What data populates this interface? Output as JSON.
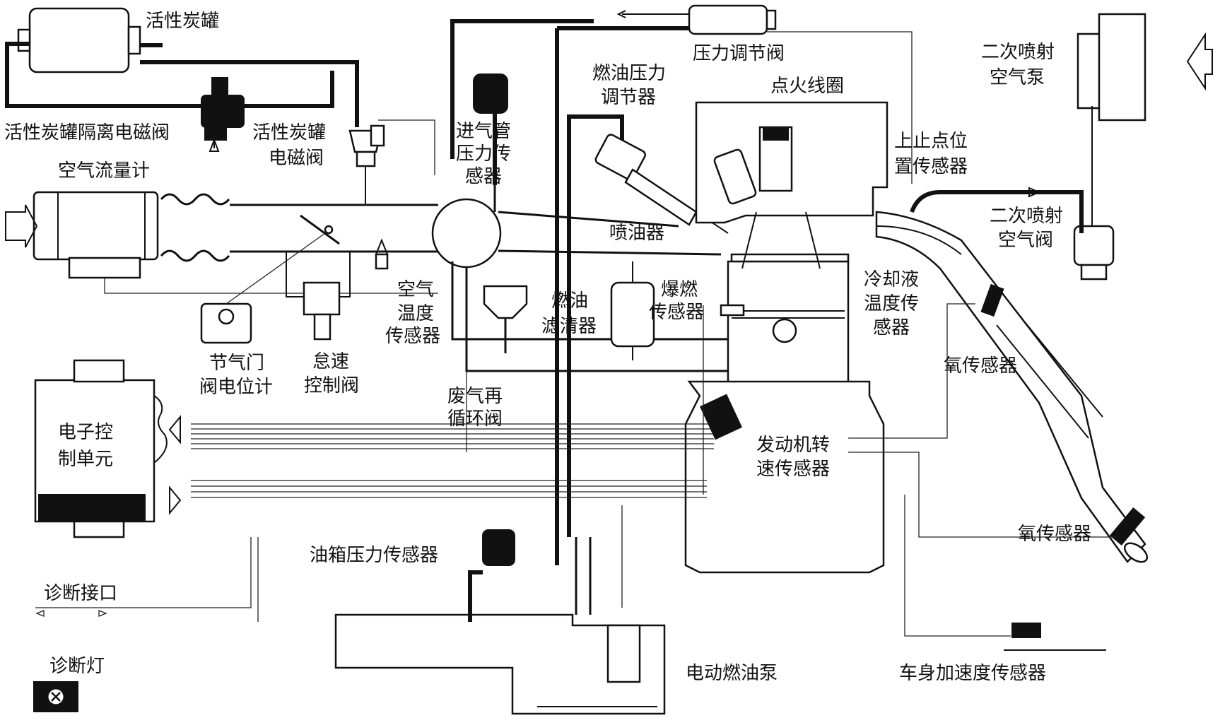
{
  "labels": {
    "canister": "活性炭罐",
    "canister_isolation_valve": "活性炭罐隔离电磁阀",
    "canister_solenoid_l1": "活性炭罐",
    "canister_solenoid_l2": "电磁阀",
    "mass_air_flow": "空气流量计",
    "map_sensor_l1": "进气管",
    "map_sensor_l2": "压力传",
    "map_sensor_l3": "感器",
    "fuel_pressure_reg_l1": "燃油压力",
    "fuel_pressure_reg_l2": "调节器",
    "pressure_reg_valve": "压力调节阀",
    "ignition_coil": "点火线圈",
    "secondary_air_pump_l1": "二次喷射",
    "secondary_air_pump_l2": "空气泵",
    "tdc_sensor_l1": "上止点位",
    "tdc_sensor_l2": "置传感器",
    "injector": "喷油器",
    "secondary_air_valve_l1": "二次喷射",
    "secondary_air_valve_l2": "空气阀",
    "air_temp_l1": "空气",
    "air_temp_l2": "温度",
    "air_temp_l3": "传感器",
    "fuel_filter_l1": "燃油",
    "fuel_filter_l2": "滤清器",
    "knock_l1": "爆燃",
    "knock_l2": "传感器",
    "coolant_l1": "冷却液",
    "coolant_l2": "温度传",
    "coolant_l3": "感器",
    "throttle_pot_l1": "节气门",
    "throttle_pot_l2": "阀电位计",
    "idle_valve_l1": "怠速",
    "idle_valve_l2": "控制阀",
    "o2_upper": "氧传感器",
    "egr_l1": "废气再",
    "egr_l2": "循环阀",
    "ecu_l1": "电子控",
    "ecu_l2": "制单元",
    "rpm_l1": "发动机转",
    "rpm_l2": "速传感器",
    "tank_pressure": "油箱压力传感器",
    "o2_lower": "氧传感器",
    "diag_port": "诊断接口",
    "diag_lamp": "诊断灯",
    "fuel_pump": "电动燃油泵",
    "body_accel": "车身加速度传感器"
  },
  "colors": {
    "line": "#111111",
    "background": "#ffffff"
  }
}
